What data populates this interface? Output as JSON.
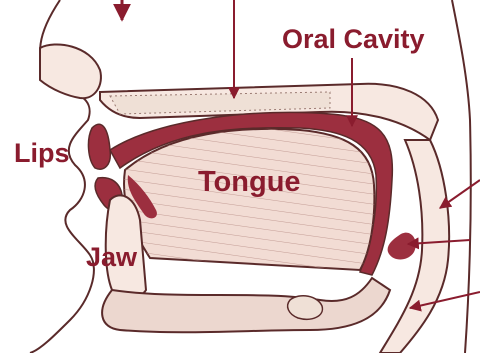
{
  "labels": {
    "oral_cavity": "Oral Cavity",
    "lips": "Lips",
    "tongue": "Tongue",
    "jaw": "Jaw"
  },
  "colors": {
    "ink": "#8a1c2e",
    "line": "#5a2a2a",
    "tissue": "#f7e8e1",
    "tissue_shade": "#e9cfc7",
    "cavity": "#9c2f3f"
  }
}
